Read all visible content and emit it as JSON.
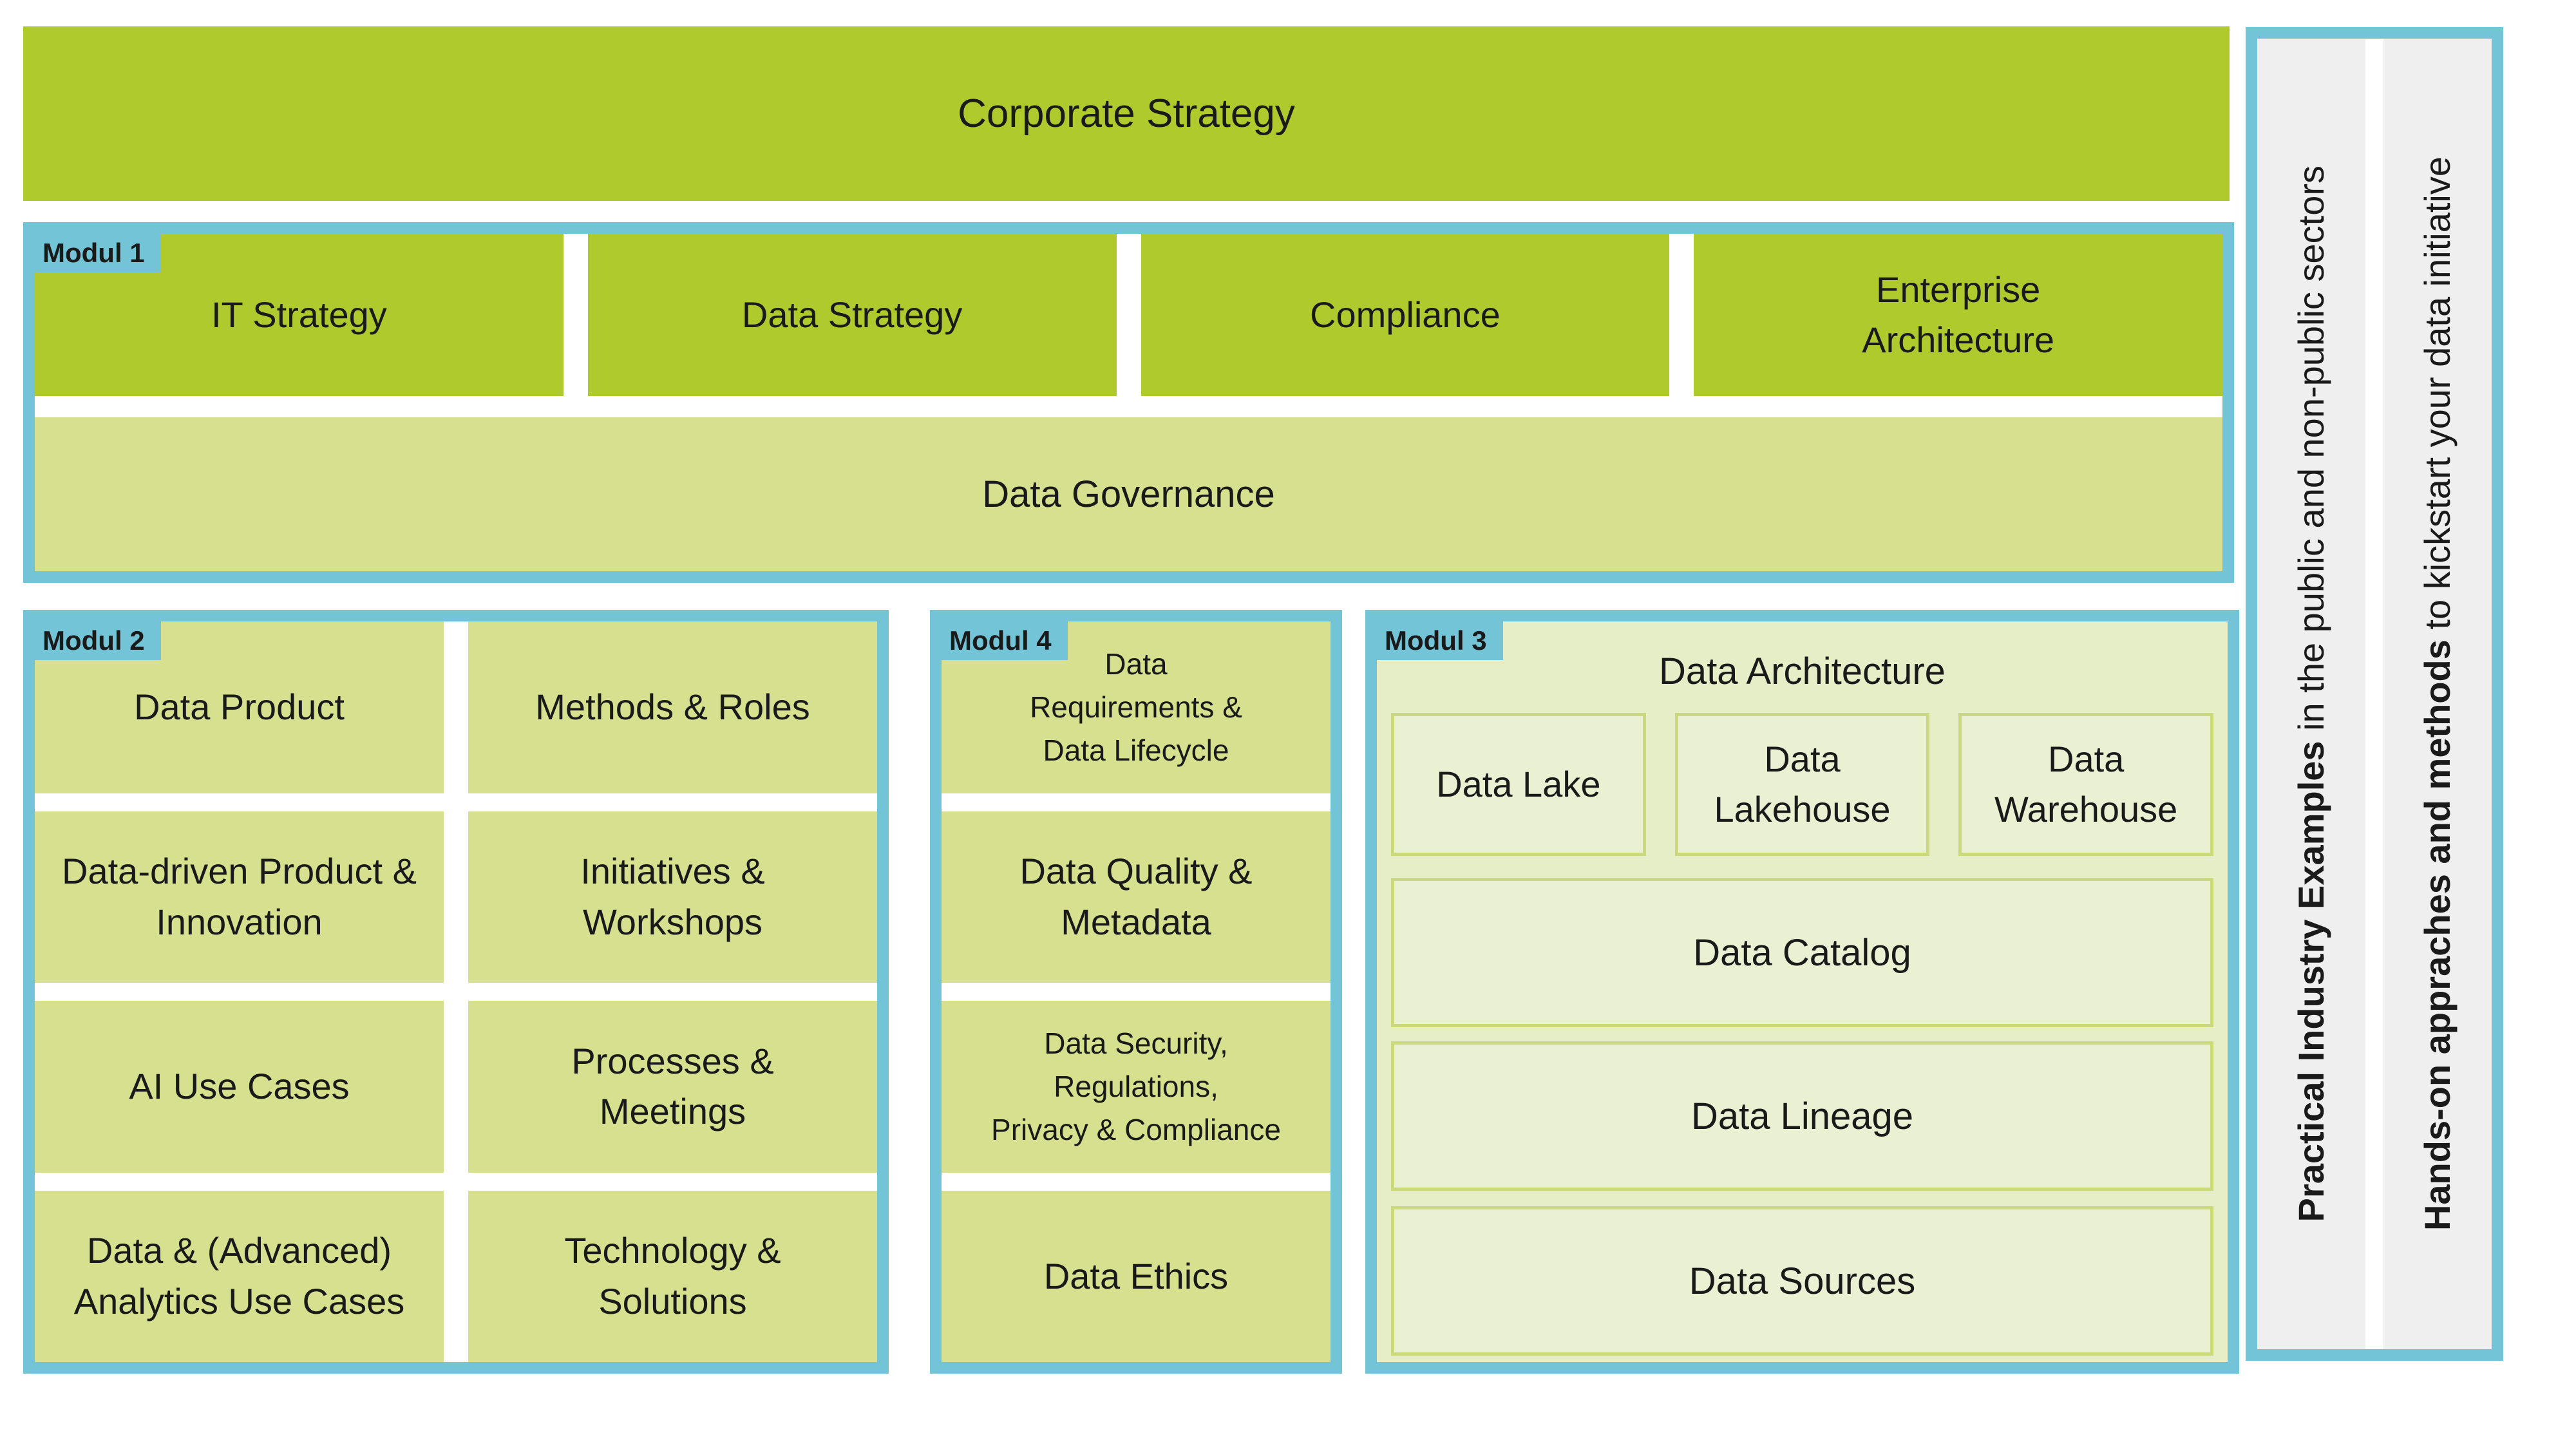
{
  "colors": {
    "bright_green": "#afca2c",
    "light_green": "#d6e08e",
    "pale_green_panel": "#e6eec7",
    "pale_box_fill": "#eaf1d2",
    "pale_box_border": "#cbd87c",
    "frame_blue": "#74c4d8",
    "sidebar_gray": "#efefef",
    "text_dark": "#1a1a1a"
  },
  "corporate_strategy": {
    "label": "Corporate Strategy"
  },
  "modul1": {
    "tag": "Modul 1",
    "boxes": [
      {
        "label": "IT Strategy"
      },
      {
        "label": "Data Strategy"
      },
      {
        "label": "Compliance"
      },
      {
        "label": "Enterprise\nArchitecture"
      }
    ],
    "governance_label": "Data Governance"
  },
  "modul2": {
    "tag": "Modul 2",
    "boxes": [
      {
        "label": "Data Product"
      },
      {
        "label": "Methods & Roles"
      },
      {
        "label": "Data-driven Product &\nInnovation"
      },
      {
        "label": "Initiatives &\nWorkshops"
      },
      {
        "label": "AI Use Cases"
      },
      {
        "label": "Processes &\nMeetings"
      },
      {
        "label": "Data & (Advanced)\nAnalytics Use Cases"
      },
      {
        "label": "Technology &\nSolutions"
      }
    ]
  },
  "modul4": {
    "tag": "Modul 4",
    "boxes": [
      {
        "label": "Data\nRequirements &\nData Lifecycle",
        "css": "box-label sm"
      },
      {
        "label": "Data Quality &\nMetadata",
        "css": "box-label"
      },
      {
        "label": "Data Security,\nRegulations,\nPrivacy & Compliance",
        "css": "box-label sm"
      },
      {
        "label": "Data Ethics",
        "css": "box-label"
      }
    ]
  },
  "modul3": {
    "tag": "Modul 3",
    "title": "Data Architecture",
    "storage_boxes": [
      {
        "label": "Data Lake"
      },
      {
        "label": "Data\nLakehouse"
      },
      {
        "label": "Data\nWarehouse"
      }
    ],
    "stack_boxes": [
      {
        "label": "Data Catalog"
      },
      {
        "label": "Data Lineage"
      },
      {
        "label": "Data Sources"
      }
    ]
  },
  "sidebars": [
    {
      "bold": "Practical Industry Examples",
      "rest": " in the public and non-public sectors"
    },
    {
      "bold": "Hands-on appraches and methods",
      "rest": " to kickstart your data initiative"
    }
  ]
}
